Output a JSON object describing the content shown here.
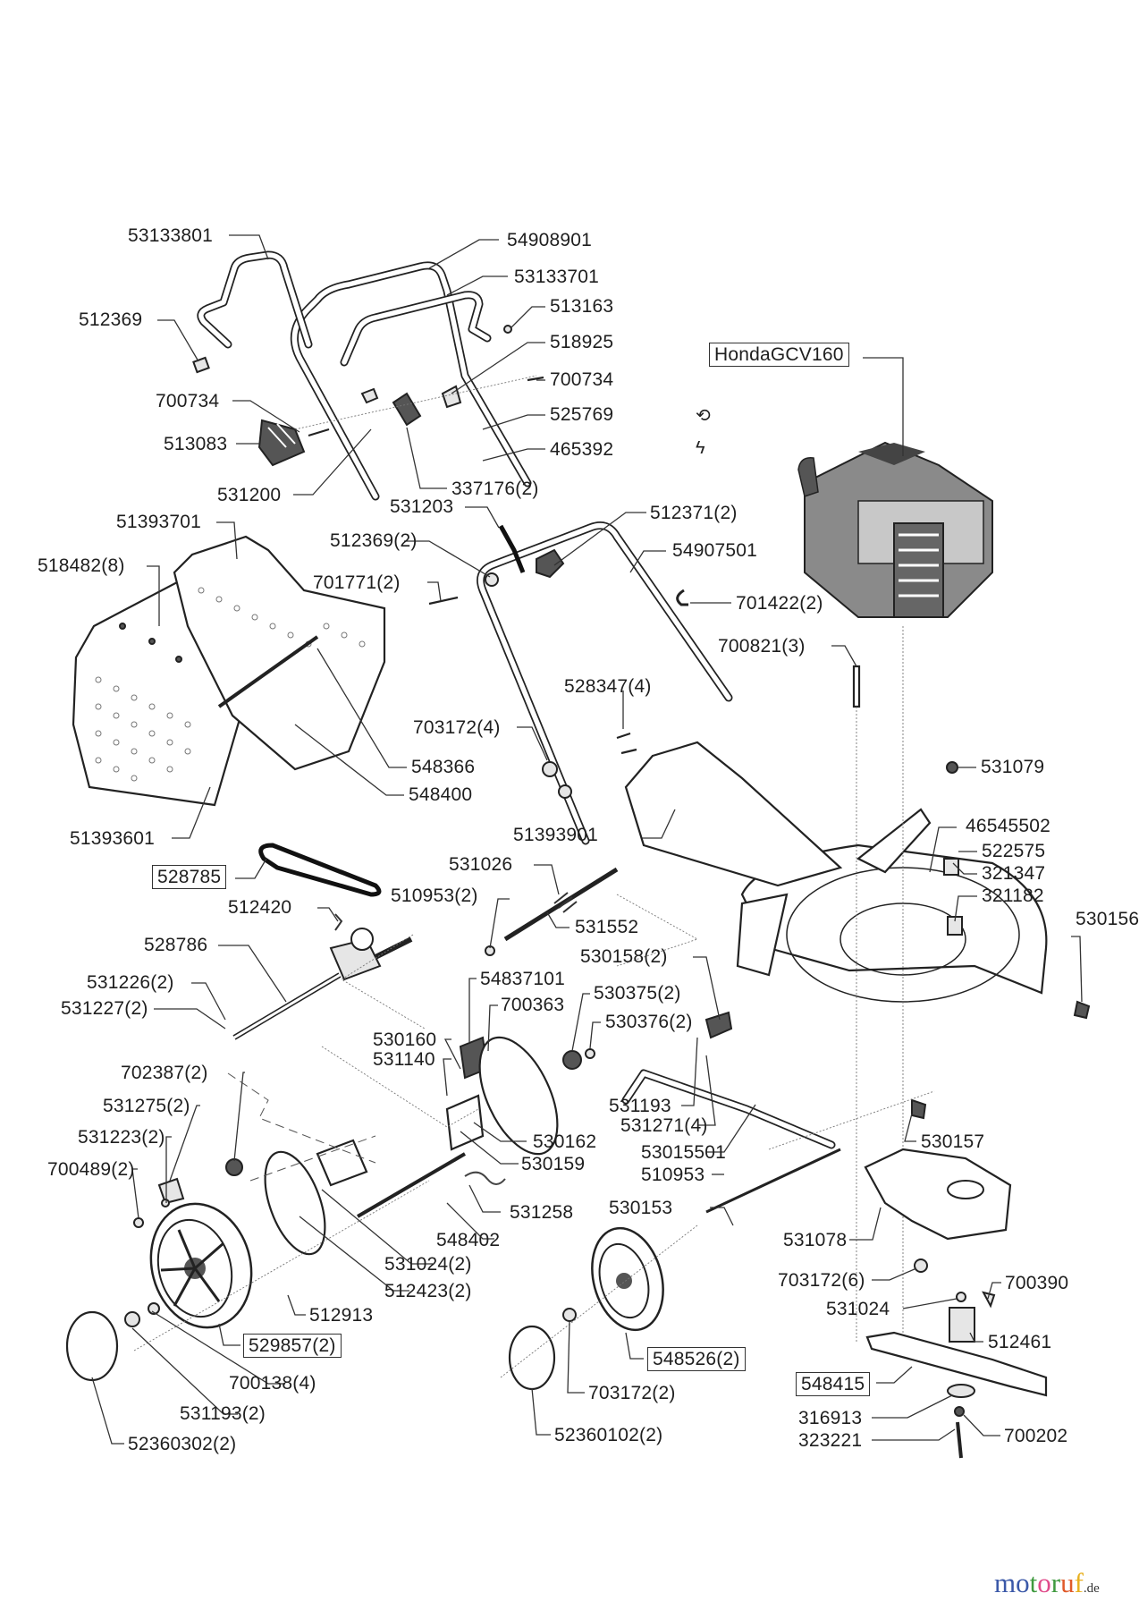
{
  "diagram": {
    "type": "exploded parts diagram",
    "subject": "lawn mower",
    "engine_label": "HondaGCV160",
    "boxed_labels": [
      "HondaGCV160",
      "528785",
      "529857(2)",
      "548526(2)",
      "548415"
    ],
    "labels": [
      {
        "id": "l1",
        "text": "53133801"
      },
      {
        "id": "l2",
        "text": "54908901"
      },
      {
        "id": "l3",
        "text": "53133701"
      },
      {
        "id": "l4",
        "text": "512369"
      },
      {
        "id": "l5",
        "text": "513163"
      },
      {
        "id": "l6",
        "text": "518925"
      },
      {
        "id": "l7",
        "text": "700734"
      },
      {
        "id": "l8",
        "text": "700734"
      },
      {
        "id": "l9",
        "text": "525769"
      },
      {
        "id": "l10",
        "text": "513083"
      },
      {
        "id": "l11",
        "text": "465392"
      },
      {
        "id": "l12",
        "text": "531200"
      },
      {
        "id": "l13",
        "text": "531203"
      },
      {
        "id": "l14",
        "text": "337176(2)"
      },
      {
        "id": "l15",
        "text": "51393701"
      },
      {
        "id": "l16",
        "text": "512369(2)"
      },
      {
        "id": "l17",
        "text": "512371(2)"
      },
      {
        "id": "l18",
        "text": "518482(8)"
      },
      {
        "id": "l19",
        "text": "54907501"
      },
      {
        "id": "l20",
        "text": "701771(2)"
      },
      {
        "id": "l21",
        "text": "701422(2)"
      },
      {
        "id": "l22",
        "text": "700821(3)"
      },
      {
        "id": "l23",
        "text": "528347(4)"
      },
      {
        "id": "l24",
        "text": "703172(4)"
      },
      {
        "id": "l25",
        "text": "548366"
      },
      {
        "id": "l26",
        "text": "531079"
      },
      {
        "id": "l27",
        "text": "548400"
      },
      {
        "id": "l28",
        "text": "46545502"
      },
      {
        "id": "l29",
        "text": "51393601"
      },
      {
        "id": "l30",
        "text": "51393901"
      },
      {
        "id": "l31",
        "text": "522575"
      },
      {
        "id": "l32",
        "text": "528785"
      },
      {
        "id": "l33",
        "text": "531026"
      },
      {
        "id": "l34",
        "text": "321347"
      },
      {
        "id": "l35",
        "text": "510953(2)"
      },
      {
        "id": "l36",
        "text": "321182"
      },
      {
        "id": "l37",
        "text": "531552"
      },
      {
        "id": "l38",
        "text": "530156"
      },
      {
        "id": "l39",
        "text": "512420"
      },
      {
        "id": "l40",
        "text": "530158(2)"
      },
      {
        "id": "l41",
        "text": "528786"
      },
      {
        "id": "l42",
        "text": "54837101"
      },
      {
        "id": "l43",
        "text": "531226(2)"
      },
      {
        "id": "l44",
        "text": "530375(2)"
      },
      {
        "id": "l45",
        "text": "700363"
      },
      {
        "id": "l46",
        "text": "531227(2)"
      },
      {
        "id": "l47",
        "text": "530376(2)"
      },
      {
        "id": "l48",
        "text": "530160"
      },
      {
        "id": "l49",
        "text": "531140"
      },
      {
        "id": "l50",
        "text": "702387(2)"
      },
      {
        "id": "l51",
        "text": "531193"
      },
      {
        "id": "l52",
        "text": "531275(2)"
      },
      {
        "id": "l53",
        "text": "531271(4)"
      },
      {
        "id": "l54",
        "text": "530162"
      },
      {
        "id": "l55",
        "text": "530157"
      },
      {
        "id": "l56",
        "text": "531223(2)"
      },
      {
        "id": "l57",
        "text": "53015501"
      },
      {
        "id": "l58",
        "text": "530159"
      },
      {
        "id": "l59",
        "text": "700489(2)"
      },
      {
        "id": "l60",
        "text": "510953"
      },
      {
        "id": "l61",
        "text": "530153"
      },
      {
        "id": "l62",
        "text": "531258"
      },
      {
        "id": "l63",
        "text": "531078"
      },
      {
        "id": "l64",
        "text": "548402"
      },
      {
        "id": "l65",
        "text": "531024(2)"
      },
      {
        "id": "l66",
        "text": "512423(2)"
      },
      {
        "id": "l67",
        "text": "703172(6)"
      },
      {
        "id": "l68",
        "text": "700390"
      },
      {
        "id": "l69",
        "text": "512913"
      },
      {
        "id": "l70",
        "text": "531024"
      },
      {
        "id": "l71",
        "text": "512461"
      },
      {
        "id": "l72",
        "text": "529857(2)"
      },
      {
        "id": "l73",
        "text": "548526(2)"
      },
      {
        "id": "l74",
        "text": "548415"
      },
      {
        "id": "l75",
        "text": "700138(4)"
      },
      {
        "id": "l76",
        "text": "703172(2)"
      },
      {
        "id": "l77",
        "text": "316913"
      },
      {
        "id": "l78",
        "text": "531193(2)"
      },
      {
        "id": "l79",
        "text": "700202"
      },
      {
        "id": "l80",
        "text": "323221"
      },
      {
        "id": "l81",
        "text": "52360302(2)"
      },
      {
        "id": "l82",
        "text": "52360102(2)"
      },
      {
        "id": "l83",
        "text": "HondaGCV160"
      }
    ],
    "symbols": {
      "recoil_start_icon": "⟲",
      "electric_start_icon": "ϟ"
    }
  },
  "watermark": {
    "parts": [
      "m",
      "o",
      "t",
      "o",
      "r",
      "u",
      "f"
    ],
    "colors": [
      "#3a58a8",
      "#3a58a8",
      "#3f9a3f",
      "#e04a8a",
      "#3f9a3f",
      "#e05a2a",
      "#e8b020"
    ],
    "tld": ".de"
  }
}
